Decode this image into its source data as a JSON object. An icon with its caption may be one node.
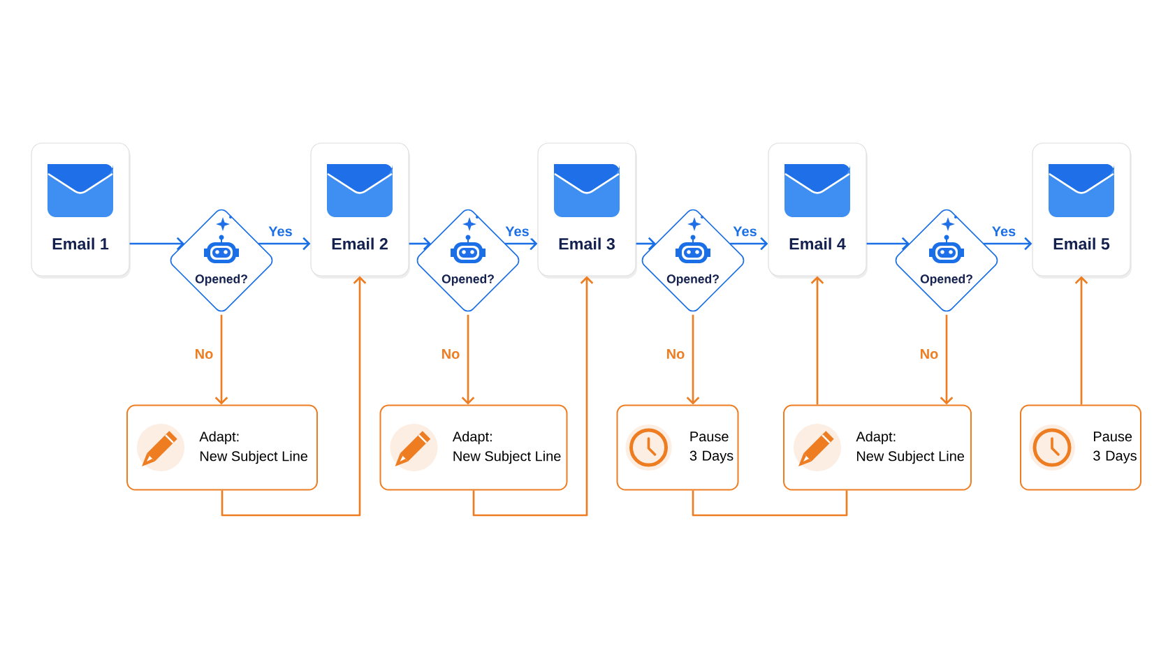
{
  "diagram": {
    "nodes": [
      {
        "text": [
          "Email 1"
        ]
      },
      {
        "text": [
          "Opened?"
        ]
      },
      {
        "text": [
          "Email 2"
        ]
      },
      {
        "text": [
          "Opened?"
        ]
      },
      {
        "text": [
          "Email 3"
        ]
      },
      {
        "text": [
          "Opened?"
        ]
      },
      {
        "text": [
          "Email 4"
        ]
      },
      {
        "text": [
          "Opened?"
        ]
      },
      {
        "text": [
          "Email 5"
        ]
      },
      {
        "text": [
          "Adapt:",
          "New Subject Line"
        ]
      },
      {
        "text": [
          "Adapt:",
          "New Subject Line"
        ]
      },
      {
        "text": [
          "Pause 3 Days"
        ]
      },
      {
        "text": [
          "Adapt:",
          "New Subject Line"
        ]
      },
      {
        "text": [
          "Pause 3 Days"
        ]
      }
    ],
    "edges": [
      {
        "from": 0,
        "to": 1,
        "arrow": "to",
        "color": "#1a6fe6"
      },
      {
        "from": 1,
        "to": 2,
        "arrow": "to",
        "label": "Yes",
        "color": "#1a6fe6"
      },
      {
        "from": 2,
        "to": 3,
        "arrow": "to",
        "color": "#1a6fe6"
      },
      {
        "from": 3,
        "to": 4,
        "arrow": "to",
        "label": "Yes",
        "color": "#1a6fe6"
      },
      {
        "from": 4,
        "to": 5,
        "arrow": "to",
        "color": "#1a6fe6"
      },
      {
        "from": 5,
        "to": 6,
        "arrow": "to",
        "label": "Yes",
        "color": "#1a6fe6"
      },
      {
        "from": 6,
        "to": 7,
        "arrow": "to",
        "color": "#1a6fe6"
      },
      {
        "from": 7,
        "to": 8,
        "arrow": "to",
        "label": "Yes",
        "color": "#1a6fe6"
      },
      {
        "from": 1,
        "to": 9,
        "arrow": "to",
        "label": "No",
        "color": "#ee7d22"
      },
      {
        "from": 9,
        "to": 2,
        "arrow": "to",
        "color": "#ee7d22"
      },
      {
        "from": 3,
        "to": 10,
        "arrow": "to",
        "label": "No",
        "color": "#ee7d22"
      },
      {
        "from": 10,
        "to": 4,
        "arrow": "to",
        "color": "#ee7d22"
      },
      {
        "from": 5,
        "to": 11,
        "arrow": "to",
        "label": "No",
        "color": "#ee7d22"
      },
      {
        "from": 11,
        "to": 12,
        "arrow": "none",
        "color": "#ee7d22"
      },
      {
        "from": 12,
        "to": 6,
        "arrow": "to",
        "color": "#ee7d22"
      },
      {
        "from": 7,
        "to": 12,
        "arrow": "to",
        "label": "No",
        "color": "#ee7d22"
      },
      {
        "from": 13,
        "to": 8,
        "arrow": "to",
        "color": "#ee7d22"
      }
    ]
  }
}
